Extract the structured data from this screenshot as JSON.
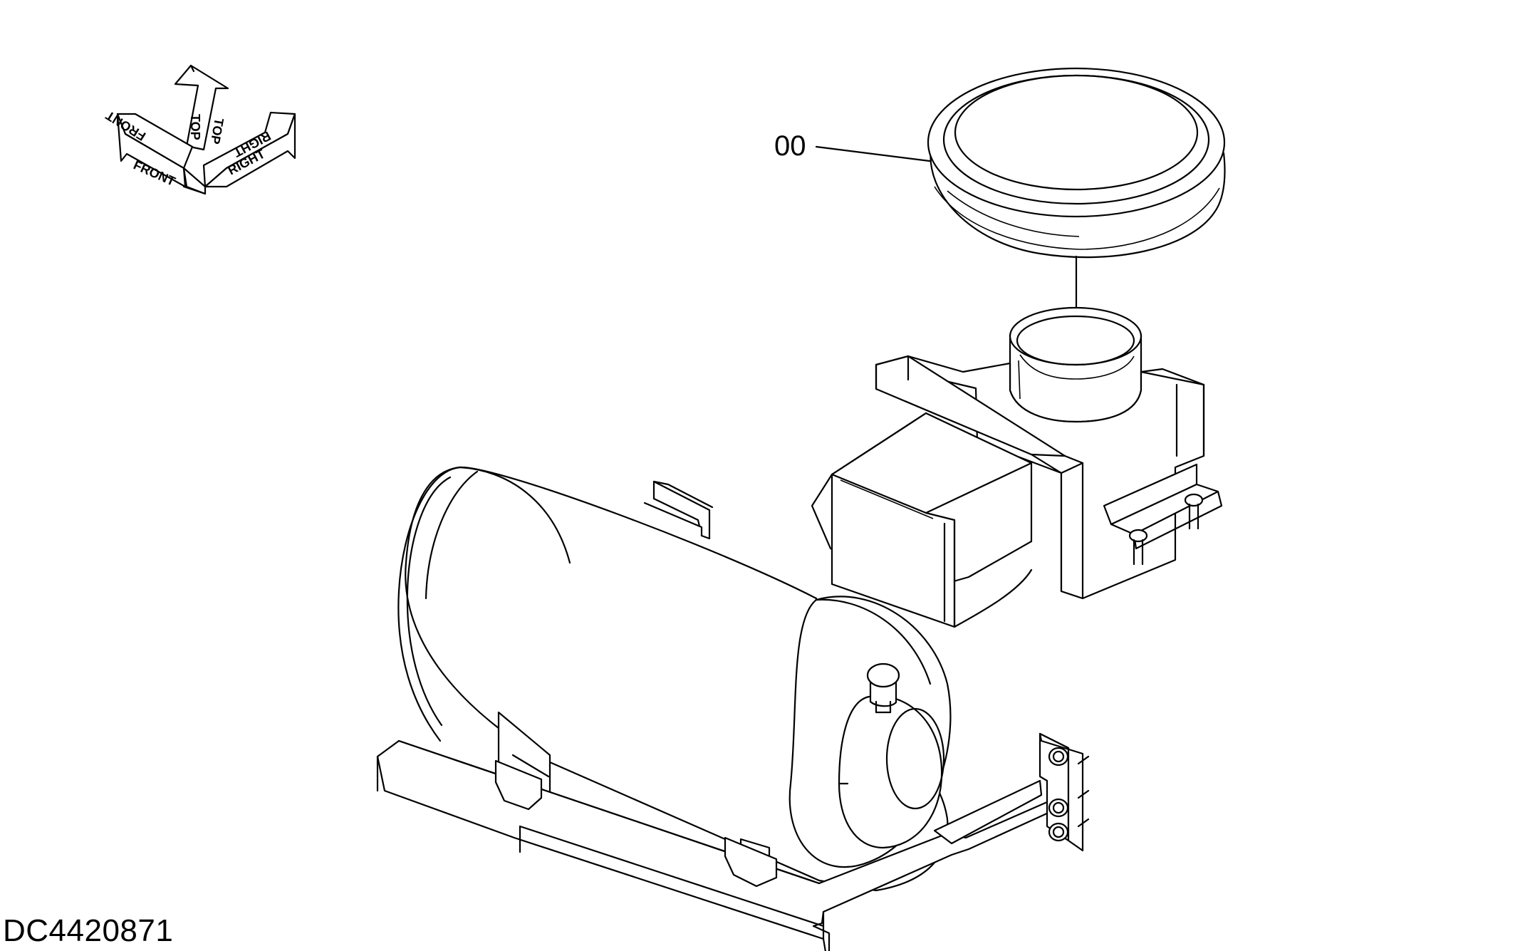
{
  "callouts": [
    {
      "label": "00",
      "part": "cap"
    }
  ],
  "drawing_number": "DC4420871",
  "orientation": {
    "front": "FRONT",
    "top": "TOP",
    "right": "RIGHT"
  },
  "colors": {
    "line": "#000000",
    "background": "#ffffff"
  }
}
